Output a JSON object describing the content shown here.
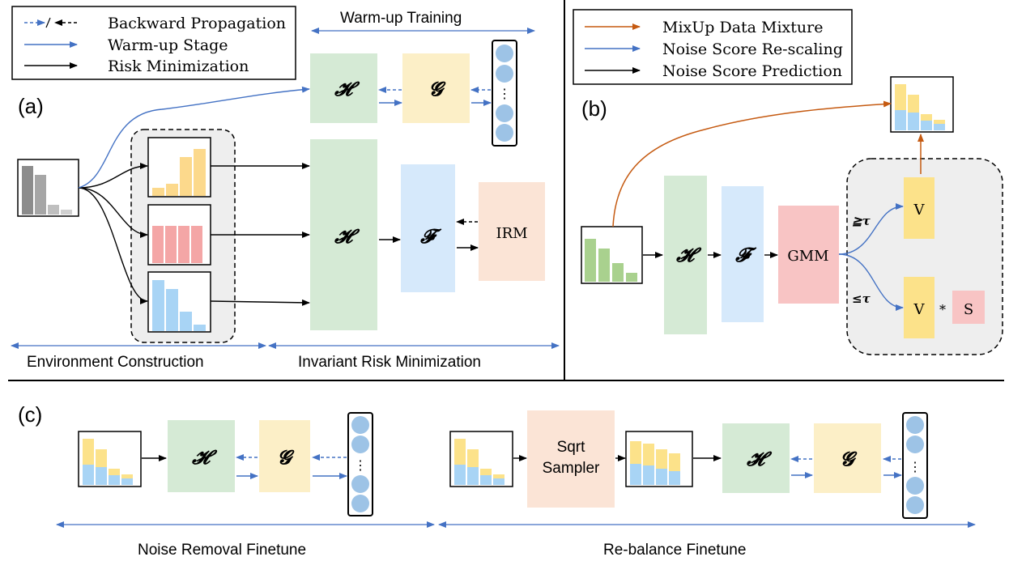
{
  "panel_labels": {
    "a": "(a)",
    "b": "(b)",
    "c": "(c)"
  },
  "legend_a": {
    "items": [
      {
        "key": "backward",
        "label": "Backward Propagation"
      },
      {
        "key": "warmup",
        "label": "Warm-up Stage"
      },
      {
        "key": "risk",
        "label": "Risk Minimization"
      }
    ]
  },
  "legend_b": {
    "items": [
      {
        "key": "mixup",
        "label": "MixUp Data Mixture"
      },
      {
        "key": "rescale",
        "label": "Noise Score Re-scaling"
      },
      {
        "key": "predict",
        "label": "Noise Score Prediction"
      }
    ]
  },
  "section_labels": {
    "warmup_training": "Warm-up Training",
    "environment_construction": "Environment Construction",
    "invariant_risk_minimization": "Invariant Risk Minimization",
    "noise_removal_finetune": "Noise Removal Finetune",
    "rebalance_finetune": "Re-balance Finetune"
  },
  "blocks": {
    "H": "𝓗",
    "G": "𝓖",
    "F": "𝓕",
    "IRM": "IRM",
    "GMM": "GMM",
    "V": "V",
    "S": "S",
    "star": "*",
    "sqrt_line1": "Sqrt",
    "sqrt_line2": "Sampler",
    "ge_tau": "≧τ",
    "le_tau": "≤τ",
    "dots": "⋮"
  },
  "colors": {
    "green": "#d5ead5",
    "yellow": "#fcefc7",
    "blue": "#d6e9fb",
    "peach": "#fbe4d6",
    "pink": "#f8c4c4",
    "gold": "#fce28a",
    "circle": "#9dc3e6",
    "arrow_blue": "#4472c4",
    "arrow_orange": "#c55a11"
  }
}
